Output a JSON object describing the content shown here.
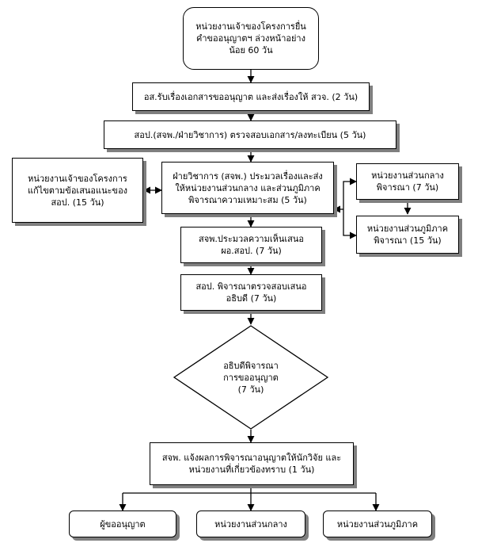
{
  "flow": {
    "start": "หน่วยงานเจ้าของโครงการยื่น\nคำขออนุญาตฯ ล่วงหน้าอย่าง\nน้อย 60 วัน",
    "step1": "อส.รับเรื่องเอกสารขออนุญาต และส่งเรื่องให้ สวจ. (2 วัน)",
    "step2": "สอป.(สจพ./ฝ่ายวิชาการ) ตรวจสอบเอกสาร/ลงทะเบียน (5 วัน)",
    "left_fix": "หน่วยงานเจ้าของโครงการ\nแก้ไขตามข้อเสนอแนะของ\nสอป. (15 วัน)",
    "center_review": "ฝ่ายวิชาการ (สจพ.) ประมวลเรื่องและส่ง\nให้หน่วยงานส่วนกลาง และส่วนภูมิภาค\nพิจารณาความเหมาะสม (5 วัน)",
    "right_central": "หน่วยงานส่วนกลาง\nพิจารณา (7 วัน)",
    "right_regional": "หน่วยงานส่วนภูมิภาค\nพิจารณา (15 วัน)",
    "step4": "สจพ.ประมวลความเห็นเสนอ\nผอ.สอป. (7 วัน)",
    "step5": "สอป. พิจารณาตรวจสอบเสนอ\nอธิบดี (7 วัน)",
    "decision": "อธิบดีพิจารณา\nการขออนุญาต\n(7 วัน)",
    "step7": "สจพ. แจ้งผลการพิจารณาอนุญาตให้นักวิจัย และ\nหน่วยงานที่เกี่ยวข้องทราบ (1 วัน)",
    "outputs": [
      "ผู้ขออนุญาต",
      "หน่วยงานส่วนกลาง",
      "หน่วยงานส่วนภูมิภาค"
    ]
  }
}
